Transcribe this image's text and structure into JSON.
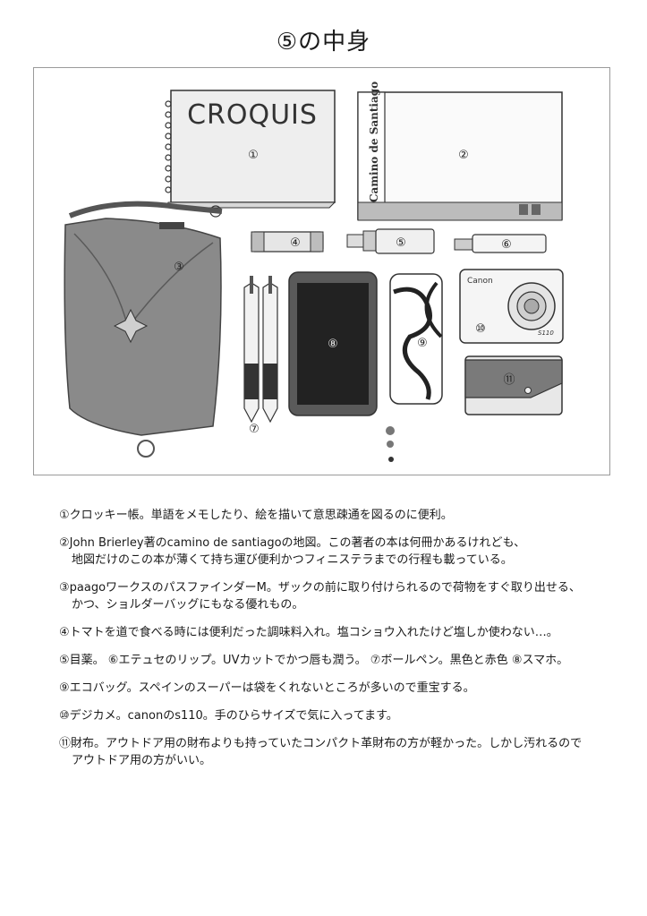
{
  "title": "⑤の中身",
  "illustration": {
    "labels": [
      "①",
      "②",
      "③",
      "④",
      "⑤",
      "⑥",
      "⑦",
      "⑧",
      "⑨",
      "⑩",
      "⑪"
    ],
    "sketchbook_brand": "CROQUIS",
    "map_title": "Camino de Santiago",
    "camera_brand": "Canon",
    "camera_model": "S110"
  },
  "notes": [
    {
      "line1": "①クロッキー帳。単語をメモしたり、絵を描いて意思疎通を図るのに便利。",
      "line2": ""
    },
    {
      "line1": "②John Brierley著のcamino de santiagoの地図。この著者の本は何冊かあるけれども、",
      "line2": "地図だけのこの本が薄くて持ち運び便利かつフィニステラまでの行程も載っている。"
    },
    {
      "line1": "③paagoワークスのパスファインダーM。ザックの前に取り付けられるので荷物をすぐ取り出せる、",
      "line2": "かつ、ショルダーバッグにもなる優れもの。"
    },
    {
      "line1": "④トマトを道で食べる時には便利だった調味料入れ。塩コショウ入れたけど塩しか使わない…。",
      "line2": ""
    },
    {
      "line1": "⑤目薬。 ⑥エテュセのリップ。UVカットでかつ唇も潤う。 ⑦ボールペン。黒色と赤色 ⑧スマホ。",
      "line2": ""
    },
    {
      "line1": "⑨エコバッグ。スペインのスーパーは袋をくれないところが多いので重宝する。",
      "line2": ""
    },
    {
      "line1": "⑩デジカメ。canonのs110。手のひらサイズで気に入ってます。",
      "line2": ""
    },
    {
      "line1": "⑪財布。アウトドア用の財布よりも持っていたコンパクト革財布の方が軽かった。しかし汚れるので",
      "line2": "アウトドア用の方がいい。"
    }
  ]
}
